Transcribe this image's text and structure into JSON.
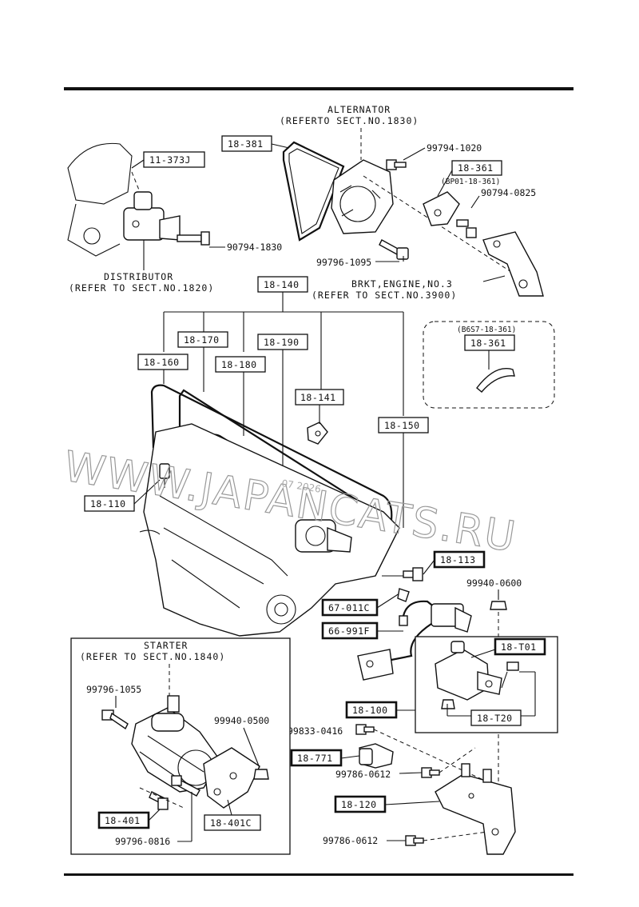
{
  "callouts": {
    "c11373J": "11-373J",
    "c18381": "18-381",
    "c18361": "18-361",
    "c18361b": "18-361",
    "c18140": "18-140",
    "c18170": "18-170",
    "c18190": "18-190",
    "c18160": "18-160",
    "c18180": "18-180",
    "c18141": "18-141",
    "c18150": "18-150",
    "c18110": "18-110",
    "c18113": "18-113",
    "c67011C": "67-011C",
    "c66991F": "66-991F",
    "c18T01": "18-T01",
    "c18100": "18-100",
    "c18T20": "18-T20",
    "c18771": "18-771",
    "c18120": "18-120",
    "c18401": "18-401",
    "c18401C": "18-401C"
  },
  "part_numbers": {
    "p99794_1020": "99794-1020",
    "p90794_0825": "90794-0825",
    "p90794_1830": "90794-1830",
    "p99796_1095": "99796-1095",
    "p99940_0600": "99940-0600",
    "p99796_1055": "99796-1055",
    "p99940_0500": "99940-0500",
    "p99833_0416": "99833-0416",
    "p99786_0612a": "99786-0612",
    "p99786_0612b": "99786-0612",
    "p99796_0816": "99796-0816"
  },
  "captions": {
    "alternator_1": "ALTERNATOR",
    "alternator_2": "(REFERTO SECT.NO.1830)",
    "bp01": "(BP01-18-361)",
    "distributor_1": "DISTRIBUTOR",
    "distributor_2": "(REFER TO SECT.NO.1820)",
    "bracket_1": "BRKT,ENGINE,NO.3",
    "bracket_2": "(REFER TO SECT.NO.3900)",
    "b6s7": "(B6S7-18-361)",
    "starter_1": "STARTER",
    "starter_2": "(REFER TO SECT.NO.1840)"
  },
  "watermark": {
    "text": "WWW.JAPANCATS.RU",
    "date": "07 2026"
  }
}
